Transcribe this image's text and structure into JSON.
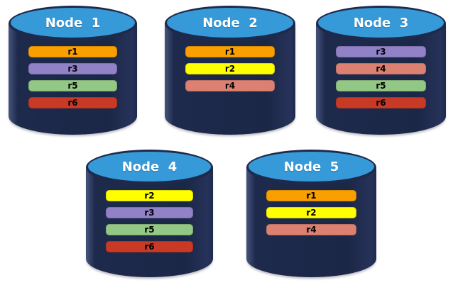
{
  "diagram": {
    "background": "#FFFFFF",
    "cylinder_body_color": "#1E2A4C",
    "cylinder_cap_color": "#3699D8",
    "node_label_color": "#FFFFFF",
    "replica_label_color": "#000000"
  },
  "replica_colors": {
    "r1": "#F9A000",
    "r2": "#FFFF00",
    "r3": "#9182C8",
    "r4": "#DC8172",
    "r5": "#93C785",
    "r6": "#C93A26"
  },
  "nodes": [
    {
      "label": "Node  1",
      "replicas": [
        "r1",
        "r3",
        "r5",
        "r6"
      ]
    },
    {
      "label": "Node  2",
      "replicas": [
        "r1",
        "r2",
        "r4"
      ]
    },
    {
      "label": "Node  3",
      "replicas": [
        "r3",
        "r4",
        "r5",
        "r6"
      ]
    },
    {
      "label": "Node  4",
      "replicas": [
        "r2",
        "r3",
        "r5",
        "r6"
      ]
    },
    {
      "label": "Node  5",
      "replicas": [
        "r1",
        "r2",
        "r4"
      ]
    }
  ]
}
